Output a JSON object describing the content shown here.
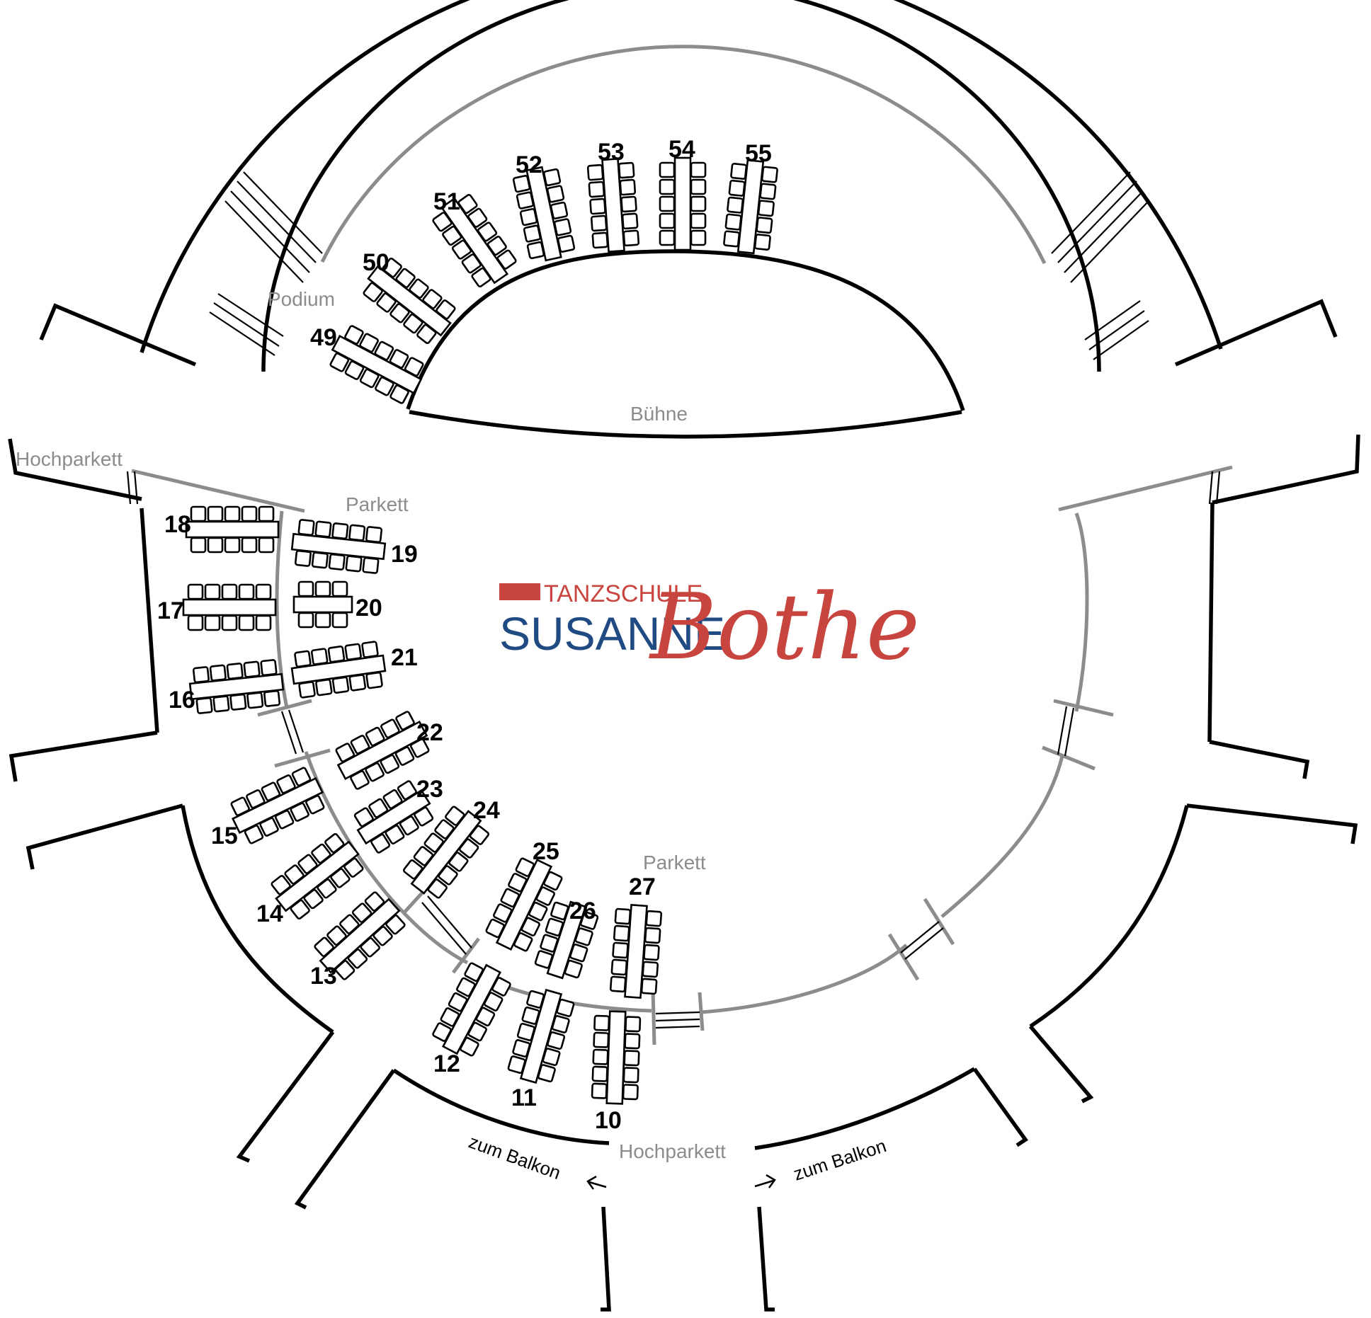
{
  "areas": {
    "stage": "Bühne",
    "podium": "Podium",
    "hochparkett_left": "Hochparkett",
    "hochparkett_bottom": "Hochparkett",
    "parkett_left": "Parkett",
    "parkett_bottom": "Parkett"
  },
  "exits": {
    "left": "zum Balkon",
    "right": "zum Balkon"
  },
  "logo": {
    "line1": "TANZSCHULE",
    "line2": "SUSANNE",
    "script": "Bothe",
    "colors": {
      "red": "#c8453f",
      "blue": "#1f4a82"
    }
  },
  "tables": [
    "49",
    "50",
    "51",
    "52",
    "53",
    "54",
    "55",
    "18",
    "19",
    "17",
    "20",
    "16",
    "21",
    "22",
    "15",
    "23",
    "24",
    "14",
    "25",
    "26",
    "27",
    "13",
    "12",
    "11",
    "10"
  ]
}
